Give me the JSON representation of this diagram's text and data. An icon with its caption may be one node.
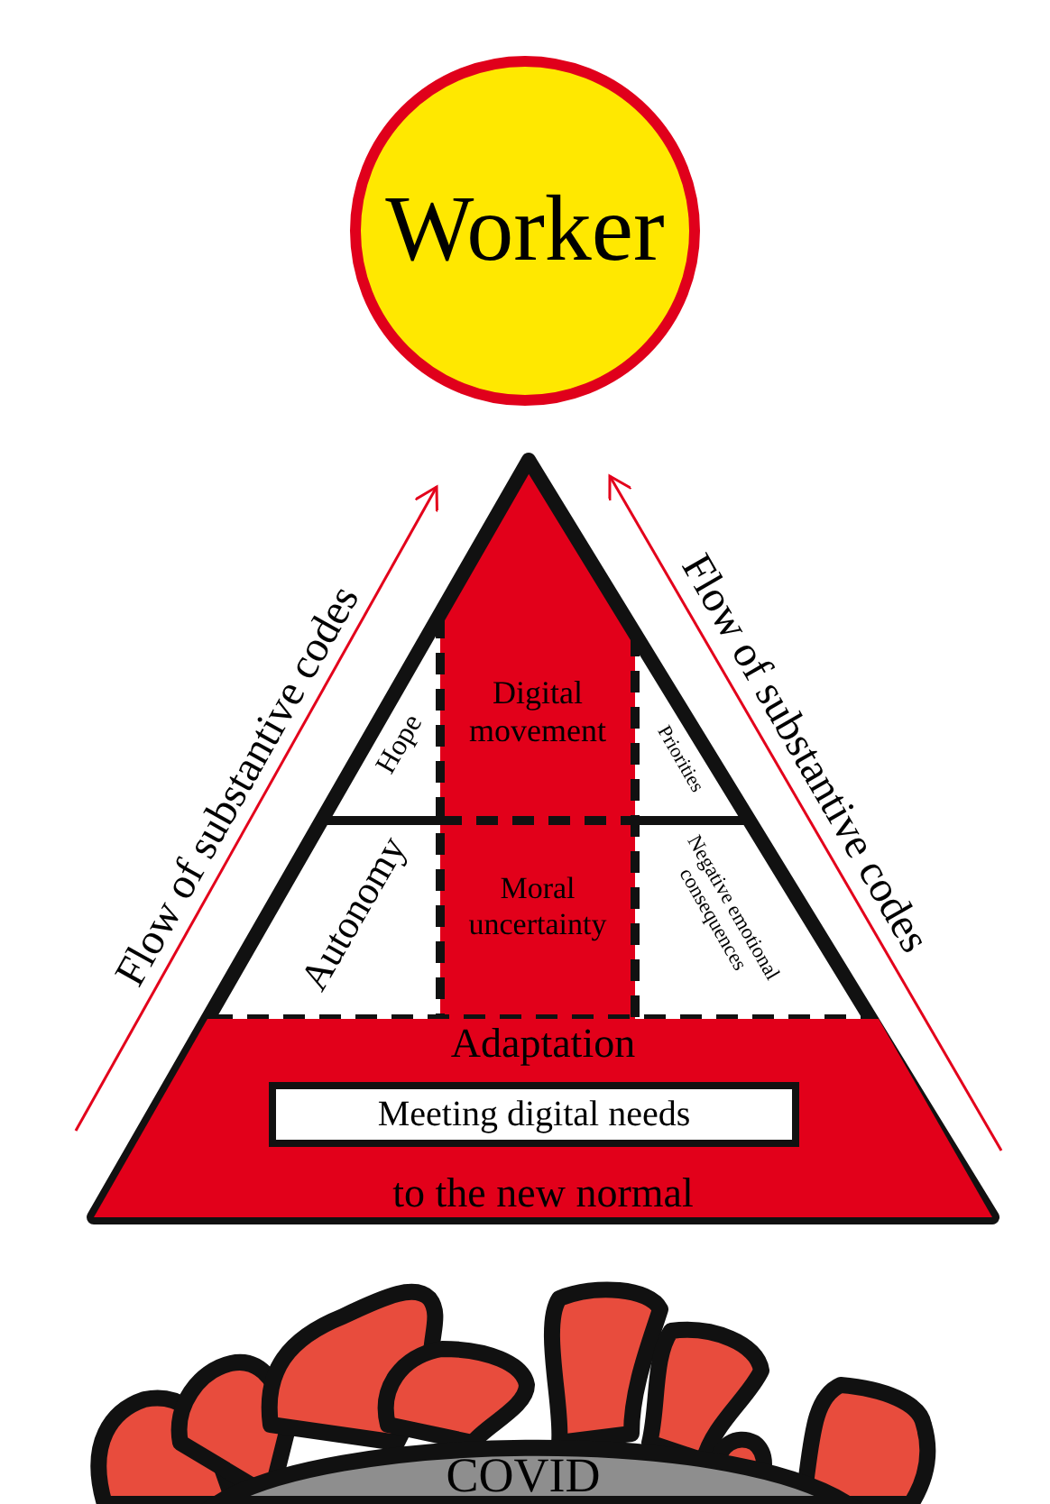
{
  "diagram": {
    "nodes": [
      {
        "text": [
          "Worker"
        ]
      },
      {
        "text": [
          "Digital movement"
        ]
      },
      {
        "text": [
          "Hope"
        ]
      },
      {
        "text": [
          "Priorities"
        ]
      },
      {
        "text": [
          "Moral uncertainty"
        ]
      },
      {
        "text": [
          "Autonomy"
        ]
      },
      {
        "text": [
          "Negative emotional consequences"
        ]
      },
      {
        "text": [
          "Adaptation",
          "to the new normal"
        ]
      },
      {
        "text": [
          "Meeting digital needs"
        ],
        "in": 7
      },
      {
        "text": [
          "COVID"
        ]
      }
    ],
    "labels": [
      "Flow of substantive codes",
      "Flow of substantive codes"
    ]
  }
}
